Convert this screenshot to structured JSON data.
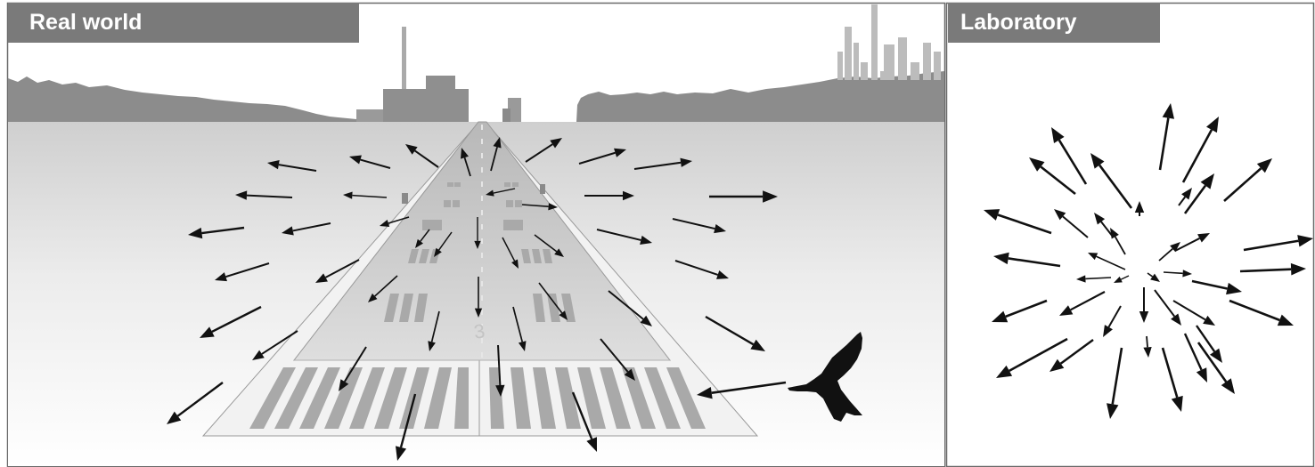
{
  "panels": {
    "real_world": {
      "title": "Real world"
    },
    "laboratory": {
      "title": "Laboratory"
    }
  },
  "runway": {
    "number": "3"
  },
  "colors": {
    "label_bg": "#7a7a7a",
    "label_text": "#ffffff",
    "arrow": "#111111",
    "skyline": "#8c8c8c",
    "runway_marking": "#a9a9a9",
    "bird": "#111111"
  },
  "icons": {
    "bird": "bird-silhouette-icon",
    "arrows": "optic-flow-arrow-icon"
  }
}
